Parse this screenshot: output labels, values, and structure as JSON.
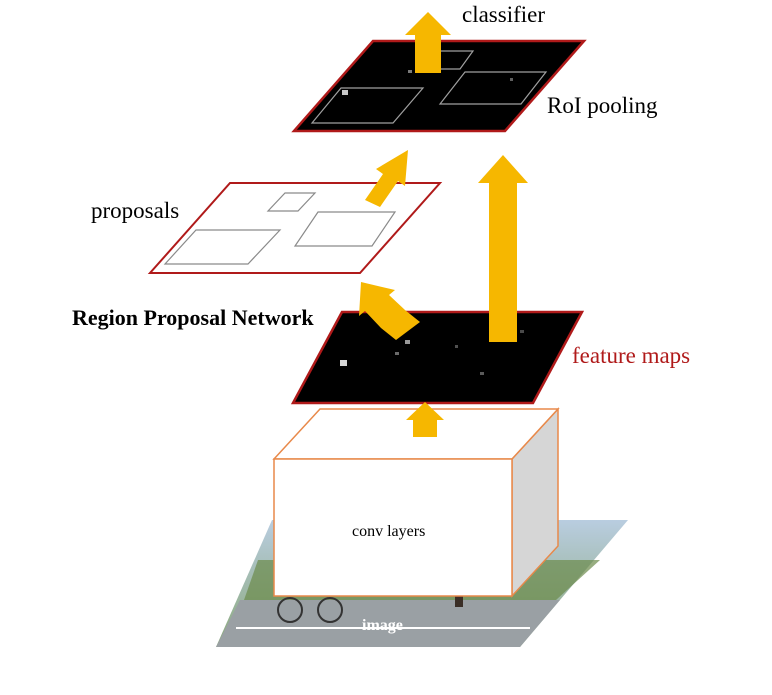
{
  "labels": {
    "classifier": "classifier",
    "roi_pooling": "RoI pooling",
    "proposals": "proposals",
    "rpn": "Region Proposal Network",
    "feature_maps": "feature maps",
    "conv_layers": "conv layers",
    "image": "image"
  },
  "colors": {
    "arrow": "#f6b700",
    "plane_border": "#b01a1a",
    "feature_map_fill": "#000000",
    "box_border": "#e8894a",
    "box_side": "#d6d6d6",
    "label_accent": "#b01a1a"
  }
}
